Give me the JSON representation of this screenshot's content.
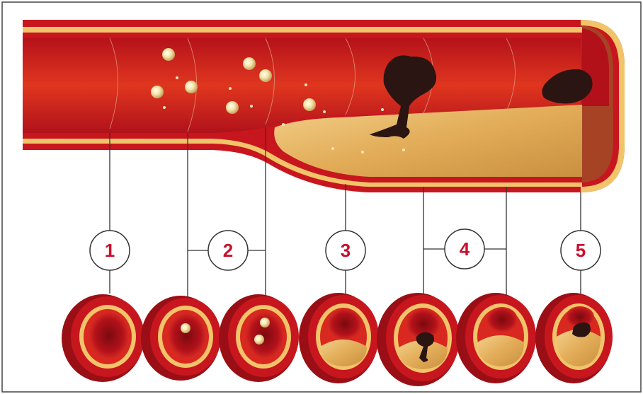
{
  "diagram": {
    "stage_labels": [
      "1",
      "2",
      "3",
      "4",
      "5"
    ],
    "colors": {
      "vessel_red": "#c8161f",
      "vessel_dark": "#8a0d12",
      "wall_yellow": "#f2c46a",
      "plaque": "#e6b865",
      "clot": "#2a1512",
      "label_red": "#c8102e",
      "frame": "#444444"
    }
  }
}
